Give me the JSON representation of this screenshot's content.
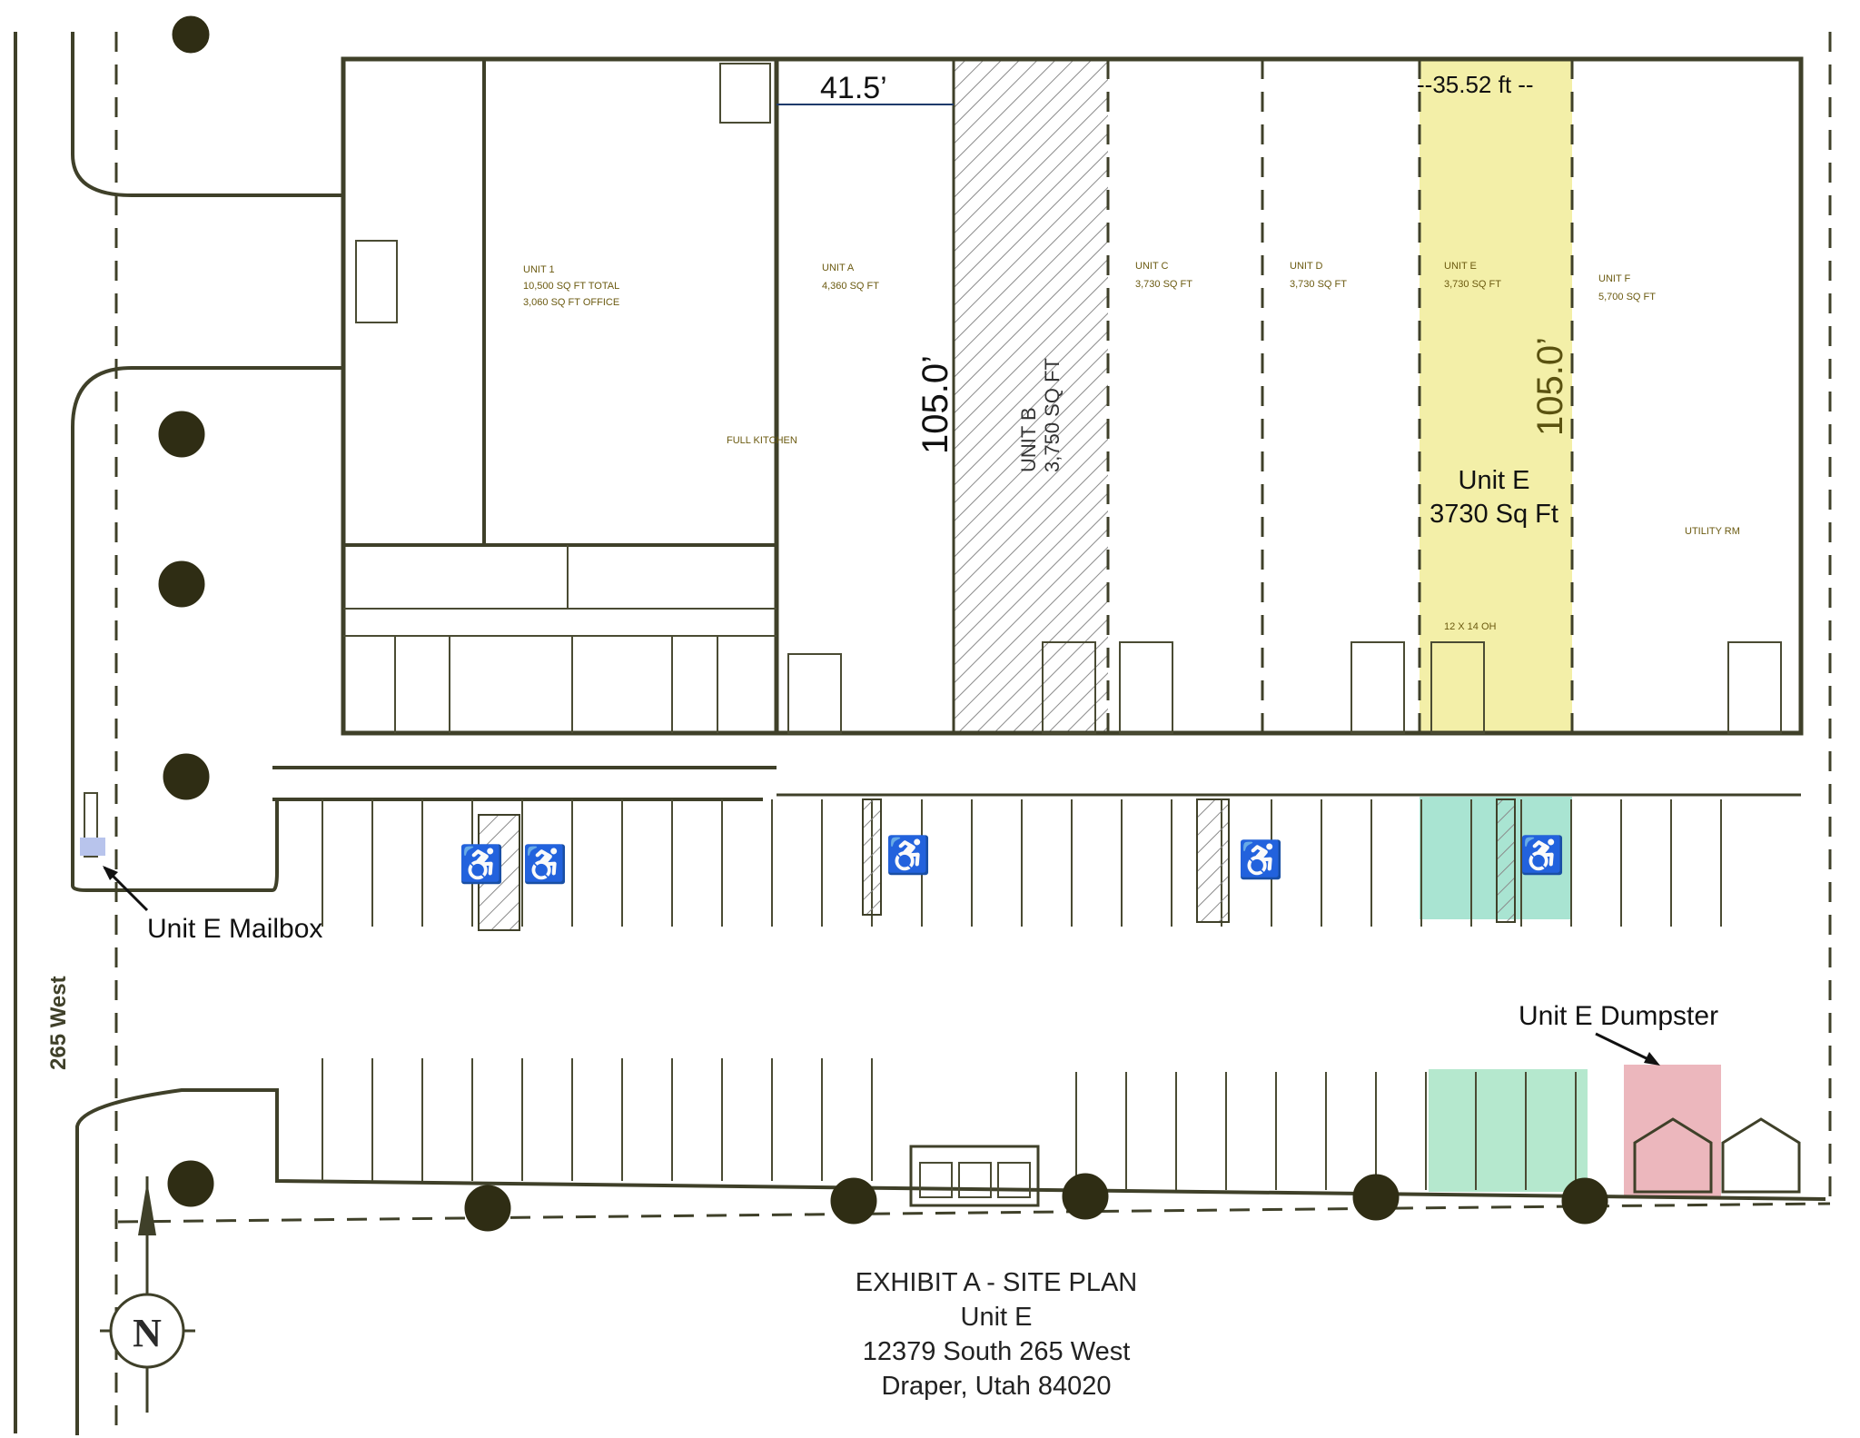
{
  "street": "265 West",
  "dimensions": {
    "unit_a_width": "41.5’",
    "unit_e_width": "--35.52 ft --",
    "depth": "105.0’",
    "depth_unit_e": "105.0’"
  },
  "units": {
    "unit1": {
      "name": "UNIT 1",
      "line1": "10,500 SQ FT TOTAL",
      "line2": "3,060 SQ FT OFFICE",
      "kitchen": "FULL KITCHEN"
    },
    "unitA": {
      "name": "UNIT A",
      "area": "4,360 SQ FT"
    },
    "unitB": {
      "name": "UNIT B",
      "area": "3,750 SQ FT"
    },
    "unitC": {
      "name": "UNIT C",
      "area": "3,730 SQ FT"
    },
    "unitD": {
      "name": "UNIT D",
      "area": "3,730 SQ FT"
    },
    "unitE": {
      "name": "UNIT E",
      "area": "3,730 SQ FT",
      "door": "12 X 14 OH"
    },
    "unitF": {
      "name": "UNIT F",
      "area": "5,700 SQ FT",
      "utility": "UTILITY RM"
    }
  },
  "highlight": {
    "title": "Unit E",
    "area": "3730 Sq Ft"
  },
  "annotations": {
    "mailbox": "Unit E Mailbox",
    "dumpster": "Unit E Dumpster"
  },
  "compass": "N",
  "exhibit": {
    "line1": "EXHIBIT A - SITE PLAN",
    "line2": "Unit E",
    "line3": "12379 South 265 West",
    "line4": "Draper, Utah 84020"
  },
  "colors": {
    "unit_e_fill": "#f3efa8",
    "parking_fill": "#a9e4d2",
    "dumpster_fill": "#ecb7bd",
    "line": "#3f4029"
  }
}
